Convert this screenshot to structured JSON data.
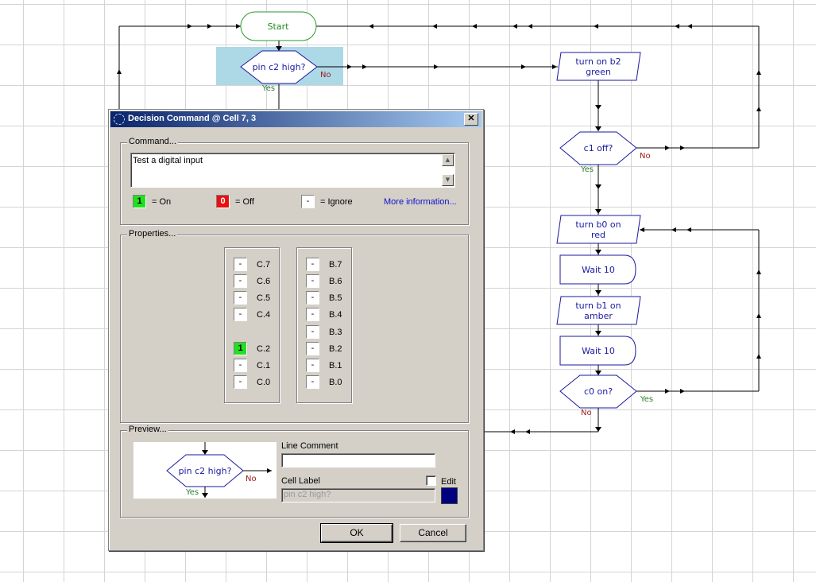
{
  "flowchart": {
    "start_label": "Start",
    "decision1": "pin c2 high?",
    "decision1_no": "No",
    "decision1_yes": "Yes",
    "action_b2_line1": "turn on b2",
    "action_b2_line2": "green",
    "decision2": "c1 off?",
    "decision2_no": "No",
    "decision2_yes": "Yes",
    "action_b0_line1": "turn b0 on",
    "action_b0_line2": "red",
    "wait1": "Wait 10",
    "action_b1_line1": "turn b1 on",
    "action_b1_line2": "amber",
    "wait2": "Wait 10",
    "decision3": "c0 on?",
    "decision3_yes": "Yes",
    "decision3_no": "No"
  },
  "dialog": {
    "title": "Decision Command @ Cell 7, 3",
    "close": "✕",
    "command": {
      "group_label": "Command...",
      "text": "Test a digital input",
      "legend_on_value": "1",
      "legend_on_label": "= On",
      "legend_off_value": "0",
      "legend_off_label": "= Off",
      "legend_ignore_value": "-",
      "legend_ignore_label": "= Ignore",
      "more_info": "More information..."
    },
    "properties": {
      "group_label": "Properties...",
      "port_c": [
        {
          "label": "C.7",
          "value": "-"
        },
        {
          "label": "C.6",
          "value": "-"
        },
        {
          "label": "C.5",
          "value": "-"
        },
        {
          "label": "C.4",
          "value": "-"
        },
        {
          "label": "C.2",
          "value": "1"
        },
        {
          "label": "C.1",
          "value": "-"
        },
        {
          "label": "C.0",
          "value": "-"
        }
      ],
      "port_b": [
        {
          "label": "B.7",
          "value": "-"
        },
        {
          "label": "B.6",
          "value": "-"
        },
        {
          "label": "B.5",
          "value": "-"
        },
        {
          "label": "B.4",
          "value": "-"
        },
        {
          "label": "B.3",
          "value": "-"
        },
        {
          "label": "B.2",
          "value": "-"
        },
        {
          "label": "B.1",
          "value": "-"
        },
        {
          "label": "B.0",
          "value": "-"
        }
      ]
    },
    "preview": {
      "group_label": "Preview...",
      "shape_text": "pin c2 high?",
      "no_label": "No",
      "yes_label": "Yes",
      "line_comment_label": "Line Comment",
      "line_comment_value": "",
      "cell_label_label": "Cell Label",
      "cell_label_placeholder": "pin c2 high?",
      "edit_label": "Edit",
      "color_swatch": "#000080"
    },
    "ok": "OK",
    "cancel": "Cancel"
  },
  "colors": {
    "flow_line": "#1a1aa0",
    "start_border": "#2a9a2a",
    "selection": "#add8e6",
    "dialog_face": "#d4d0c8"
  }
}
